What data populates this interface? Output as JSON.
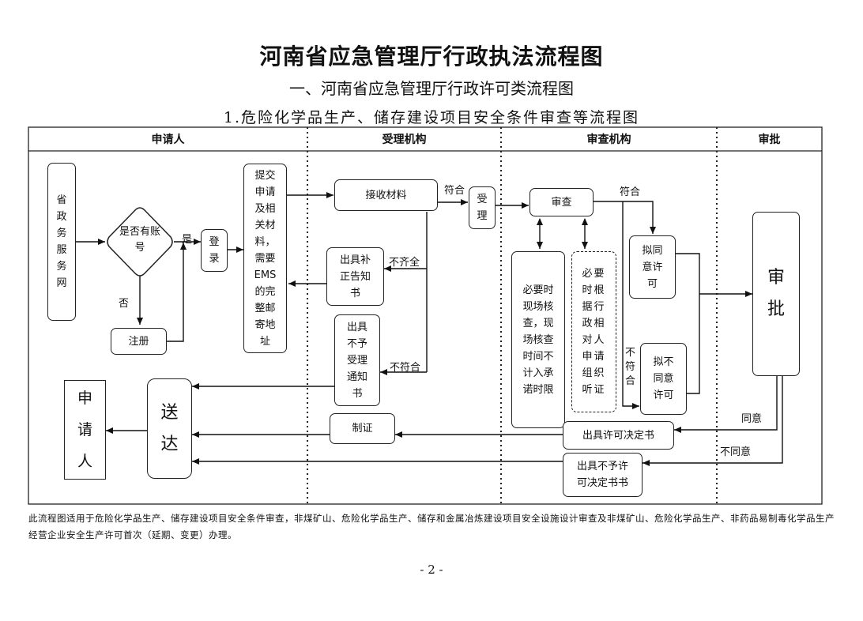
{
  "header": {
    "title": "河南省应急管理厅行政执法流程图",
    "subtitle": "一、河南省应急管理厅行政许可类流程图",
    "section": "1.危险化学品生产、储存建设项目安全条件审查等流程图"
  },
  "lanes": [
    "申请人",
    "受理机构",
    "审查机构",
    "审批"
  ],
  "nodes": {
    "portal": "省政务服务网",
    "has_account": "是否有账号",
    "login": "登录",
    "register": "注册",
    "submit": "提交申请及相关材料，需要EMS的完整邮寄地址",
    "receive": "接收材料",
    "accept": "受理",
    "supplement": "出具补正告知书",
    "reject_notice": "出具不予受理通知书",
    "review": "审查",
    "onsite_check": "必要时现场核查，现场核查时间不计入承诺时限",
    "hearing": "必要时根据行政相对人申请组织听证",
    "propose_approve": "拟同意许可",
    "propose_reject": "拟不同意许可",
    "approve": "审批",
    "deliver": "送达",
    "applicant": "申请人",
    "certify": "制证",
    "permit_decision": "出具许可决定书",
    "denial_decision": "出具不予许可决定书书"
  },
  "edge_labels": {
    "yes": "是",
    "no": "否",
    "comply_1": "符合",
    "incomplete": "不齐全",
    "not_comply_1": "不符合",
    "comply_2": "符合",
    "not_comply_2": "不符合",
    "agree": "同意",
    "disagree": "不同意"
  },
  "footer": {
    "note": "此流程图适用于危险化学品生产、储存建设项目安全条件审查，非煤矿山、危险化学品生产、储存和金属冶炼建设项目安全设施设计审查及非煤矿山、危险化学品生产、非药品易制毒化学品生产经营企业安全生产许可首次（延期、变更）办理。",
    "page": "- 2 -"
  }
}
